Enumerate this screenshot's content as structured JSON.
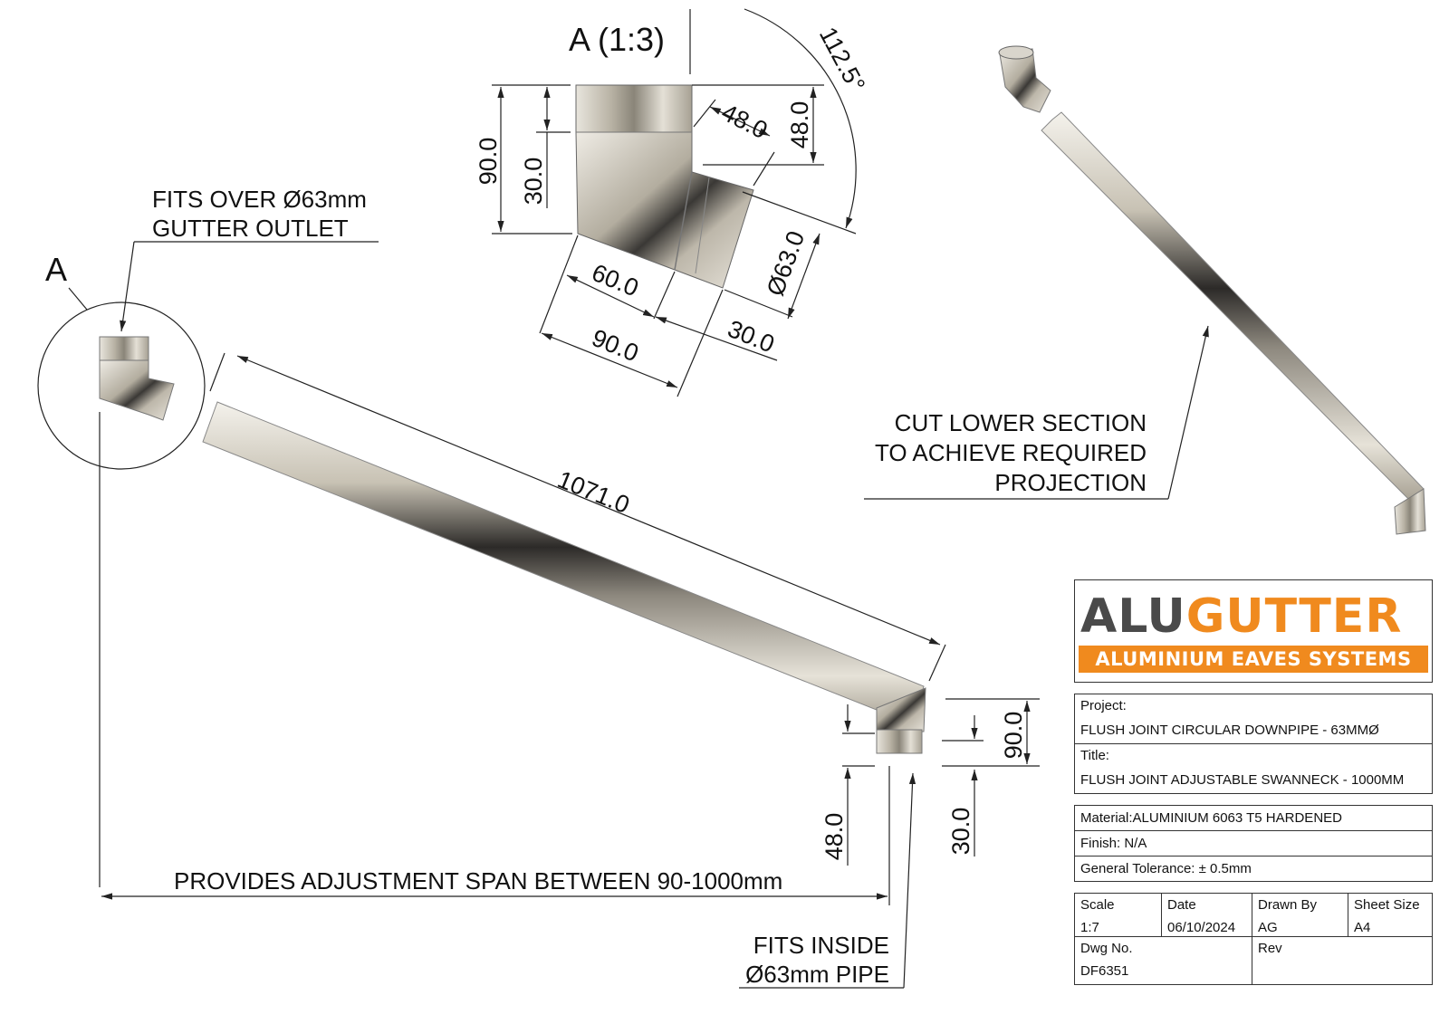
{
  "detail": {
    "label": "A (1:3)",
    "marker": "A",
    "dims": {
      "total_height": "90.0",
      "socket_height": "30.0",
      "outlet_offset": "48.0",
      "outlet_height": "48.0",
      "angle": "112.5°",
      "diameter": "Ø63.0",
      "base_60": "60.0",
      "base_90": "90.0",
      "base_30": "30.0"
    }
  },
  "notes": {
    "fits_over_line1": "FITS OVER Ø63mm",
    "fits_over_line2": "GUTTER OUTLET",
    "cut_line1": "CUT LOWER SECTION",
    "cut_line2": "TO ACHIEVE REQUIRED",
    "cut_line3": "PROJECTION",
    "span": "PROVIDES ADJUSTMENT SPAN BETWEEN 90-1000mm",
    "fits_inside_line1": "FITS INSIDE",
    "fits_inside_line2": "Ø63mm PIPE"
  },
  "main_dims": {
    "length": "1071.0",
    "end_height": "90.0",
    "end_48": "48.0",
    "end_30": "30.0"
  },
  "title_block": {
    "logo_top_a": "ALU",
    "logo_top_b": "GUTTER",
    "logo_bottom": "ALUMINIUM EAVES SYSTEMS",
    "project_label": "Project:",
    "project_value": "FLUSH JOINT CIRCULAR DOWNPIPE - 63MMØ",
    "title_label": "Title:",
    "title_value": "FLUSH JOINT ADJUSTABLE SWANNECK - 1000MM",
    "material_label": "Material:",
    "material_value": "ALUMINIUM 6063 T5 HARDENED",
    "finish": "Finish: N/A",
    "tolerance": "General Tolerance: ± 0.5mm",
    "scale_label": "Scale",
    "scale_value": "1:7",
    "date_label": "Date",
    "date_value": "06/10/2024",
    "drawn_label": "Drawn By",
    "drawn_value": "AG",
    "sheet_label": "Sheet Size",
    "sheet_value": "A4",
    "dwg_label": "Dwg No.",
    "dwg_value": "DF6351",
    "rev_label": "Rev"
  },
  "colors": {
    "brand_dark": "#4a4a4a",
    "brand_orange": "#f08a1e",
    "metal": "#c9c4b8"
  }
}
